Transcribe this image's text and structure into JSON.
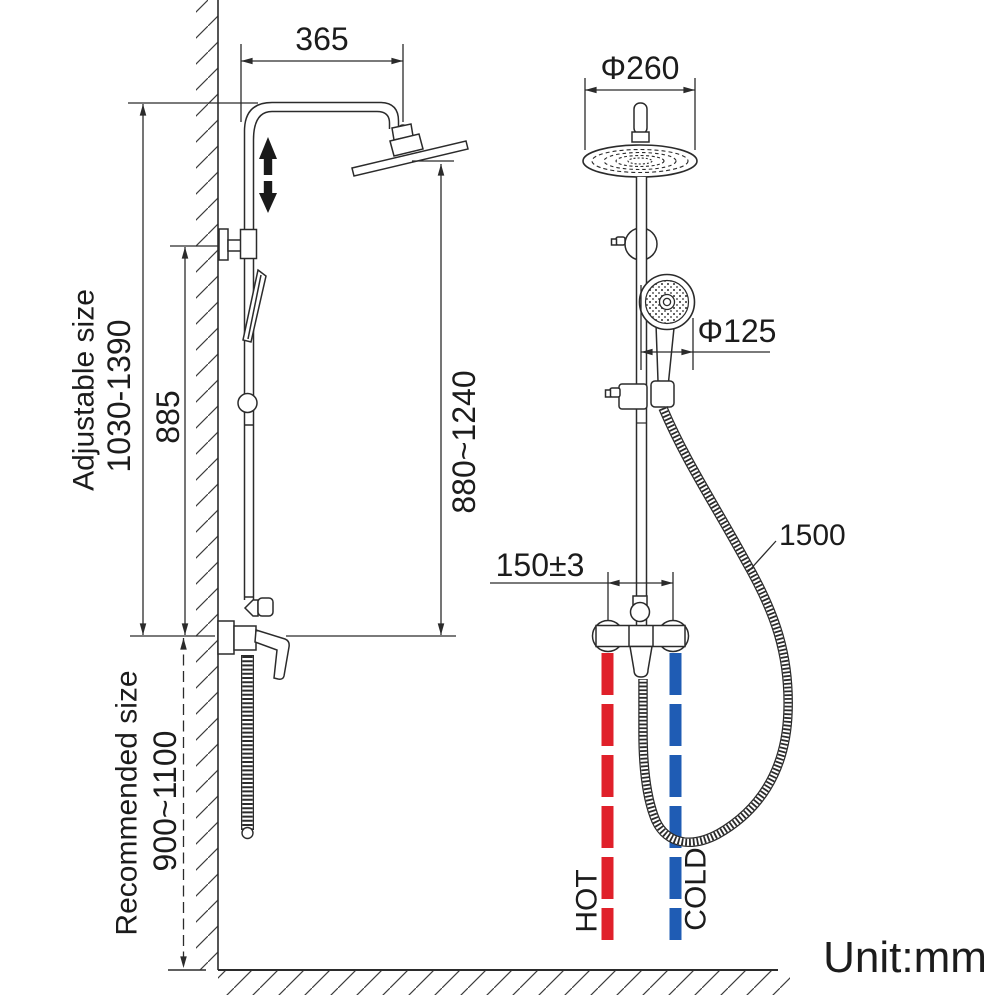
{
  "page": {
    "unit_label": "Unit:mm"
  },
  "colors": {
    "hot": "#e0202a",
    "cold": "#1f5cb4",
    "line": "#2b2b2b"
  },
  "left_view": {
    "dim_top_width": "365",
    "dim_adjustable_label": "Adjustable size",
    "dim_adjustable_value": "1030-1390",
    "dim_bracket_height": "885",
    "dim_head_height_range": "880~1240",
    "dim_recommended_label": "Recommended size",
    "dim_recommended_value": "900~1100"
  },
  "right_view": {
    "dim_rain_head_diameter": "Φ260",
    "dim_hand_shower_diameter": "Φ125",
    "dim_inlet_spacing": "150±3",
    "dim_hose_length": "1500",
    "label_hot": "HOT",
    "label_cold": "COLD"
  }
}
